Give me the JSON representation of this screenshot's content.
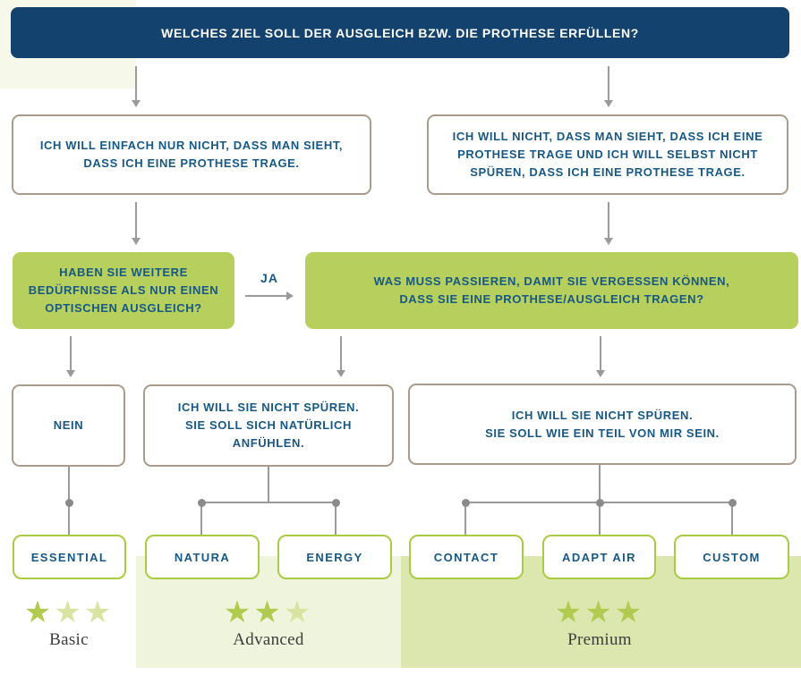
{
  "colors": {
    "header_navy": "#14426e",
    "text_blue": "#175885",
    "green_box": "#b6cf5d",
    "product_border": "#a8cb42",
    "outline_border": "#a89b8b",
    "connector_gray": "#9a9a9a",
    "band_basic": "#f6f8ea",
    "band_advanced": "#eff4dc",
    "band_premium": "#dce7b0",
    "star_on": "#b0cb4f",
    "star_off": "#dae4a2"
  },
  "flow": {
    "header": "WELCHES ZIEL SOLL DER AUSGLEICH BZW. DIE PROTHESE ERFÜLLEN?",
    "goal_left": {
      "lines": [
        "ICH WILL EINFACH NUR NICHT, DASS MAN SIEHT,",
        "DASS ICH EINE PROTHESE TRAGE."
      ]
    },
    "goal_right": {
      "lines": [
        "ICH WILL NICHT, DASS MAN SIEHT, DASS ICH EINE",
        "PROTHESE TRAGE UND ICH WILL SELBST NICHT",
        "SPÜREN, DASS ICH EINE PROTHESE TRAGE."
      ]
    },
    "question_left": {
      "lines": [
        "HABEN SIE WEITERE",
        "BEDÜRFNISSE ALS NUR EINEN",
        "OPTISCHEN AUSGLEICH?"
      ]
    },
    "ja_label": "JA",
    "question_right": {
      "lines": [
        "WAS MUSS PASSIEREN, DAMIT SIE VERGESSEN KÖNNEN,",
        "DASS SIE EINE PROTHESE/AUSGLEICH TRAGEN?"
      ]
    },
    "answer_nein": "NEIN",
    "answer_middle": {
      "lines": [
        "ICH WILL SIE NICHT SPÜREN.",
        "SIE SOLL SICH NATÜRLICH",
        "ANFÜHLEN."
      ]
    },
    "answer_right": {
      "lines": [
        "ICH WILL SIE NICHT SPÜREN.",
        "SIE SOLL WIE EIN TEIL VON MIR SEIN."
      ]
    },
    "products": [
      "ESSENTIAL",
      "NATURA",
      "ENERGY",
      "CONTACT",
      "ADAPT AIR",
      "CUSTOM"
    ],
    "tiers": [
      {
        "name": "Basic",
        "stars_filled": 1,
        "stars_total": 3
      },
      {
        "name": "Advanced",
        "stars_filled": 2,
        "stars_total": 3
      },
      {
        "name": "Premium",
        "stars_filled": 3,
        "stars_total": 3
      }
    ]
  }
}
